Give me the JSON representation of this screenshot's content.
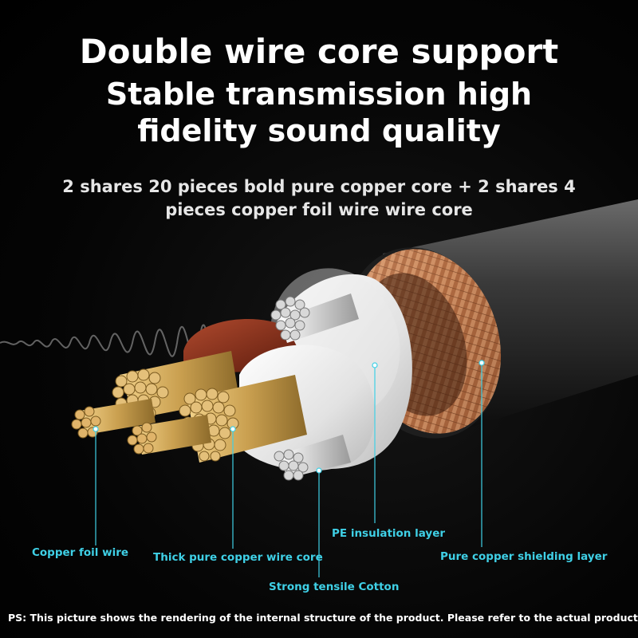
{
  "headline": {
    "line1": "Double wire core support",
    "line2": "Stable transmission high",
    "line3": "fidelity sound quality"
  },
  "subheadline": {
    "line1": "2 shares 20 pieces bold pure copper core + 2 shares 4",
    "line2": "pieces copper foil wire wire core"
  },
  "labels": {
    "copper_foil": "Copper foil wire",
    "thick_core": "Thick pure copper wire core",
    "pe_insulation": "PE insulation layer",
    "shielding": "Pure copper shielding layer",
    "cotton": "Strong tensile Cotton"
  },
  "footnote": "PS: This picture shows the rendering of the internal structure of the product. Please refer to the actual product.",
  "colors": {
    "label_accent": "#3fd0e6",
    "background": "#000000",
    "copper": "#c98a5a",
    "gold": "#d8b46a",
    "red_insulation": "#8a2a18"
  }
}
